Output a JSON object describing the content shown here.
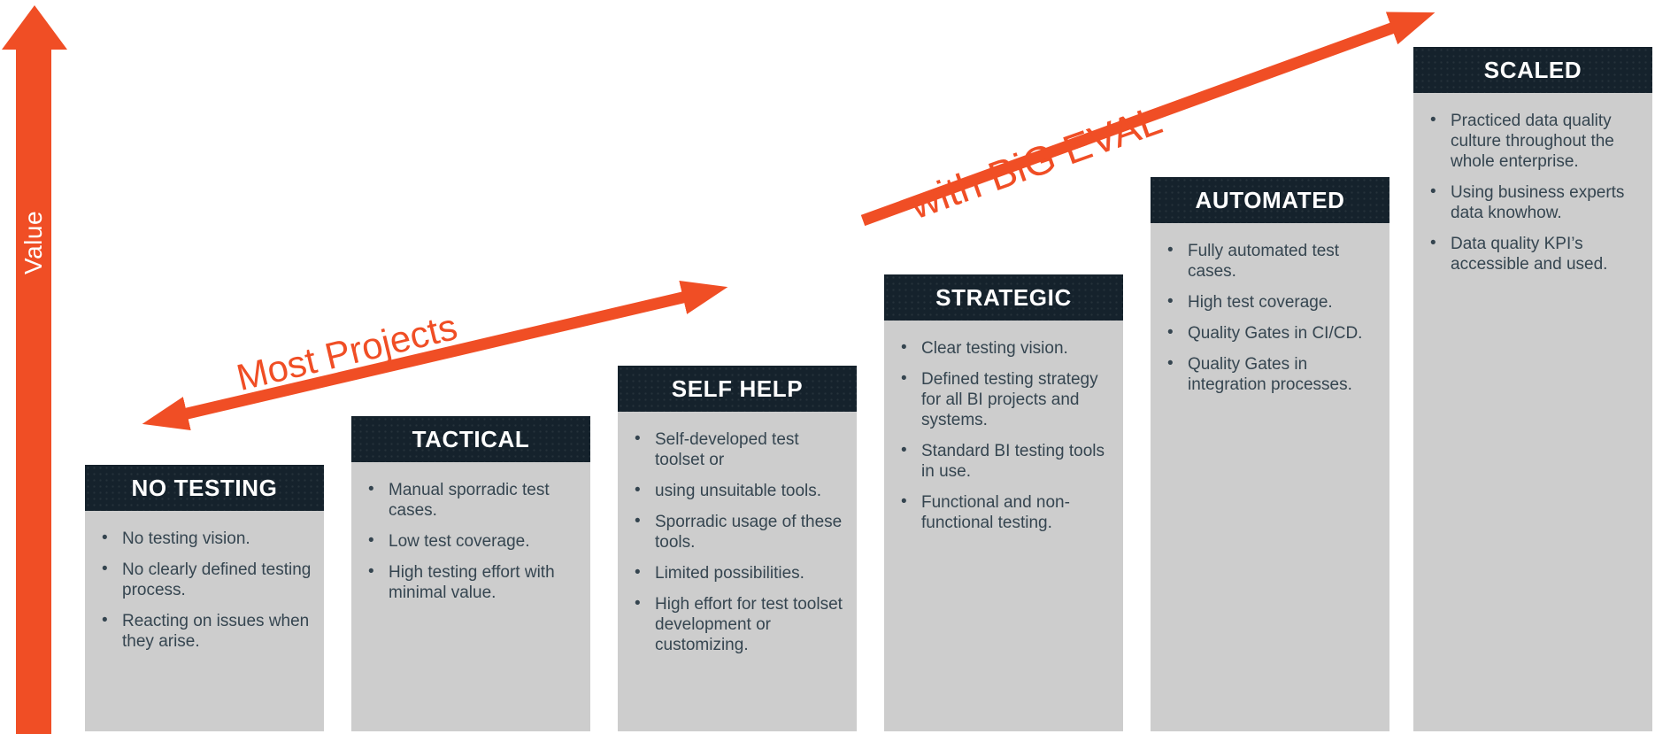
{
  "diagram": {
    "value_axis_label": "Value",
    "annotations": {
      "most_projects": "Most Projects",
      "with_big_eval": "with BiG EVAL"
    },
    "colors": {
      "accent_orange": "#F04E25",
      "header_dark": "#15222C",
      "stage_body_gray": "#CDCDCD",
      "bullet_text": "#354550"
    },
    "stages": [
      {
        "title": "NO TESTING",
        "bullets": [
          "No testing vision.",
          "No clearly defined testing process.",
          "Reacting on issues when they arise."
        ]
      },
      {
        "title": "TACTICAL",
        "bullets": [
          "Manual sporradic test cases.",
          "Low test coverage.",
          "High testing effort with minimal value."
        ]
      },
      {
        "title": "SELF HELP",
        "bullets": [
          "Self-developed test toolset or",
          "using unsuitable tools.",
          "Sporradic usage of these tools.",
          "Limited possibilities.",
          "High effort for test toolset development or customizing."
        ]
      },
      {
        "title": "STRATEGIC",
        "bullets": [
          "Clear testing vision.",
          "Defined testing strategy for all BI projects and systems.",
          "Standard BI testing tools in use.",
          "Functional and non-functional testing."
        ]
      },
      {
        "title": "AUTOMATED",
        "bullets": [
          "Fully automated test cases.",
          "High test coverage.",
          "Quality Gates in CI/CD.",
          "Quality Gates in integration processes."
        ]
      },
      {
        "title": "SCALED",
        "bullets": [
          "Practiced data quality culture throughout the whole enterprise.",
          "Using business experts data knowhow.",
          "Data quality KPI’s accessible and used."
        ]
      }
    ]
  }
}
